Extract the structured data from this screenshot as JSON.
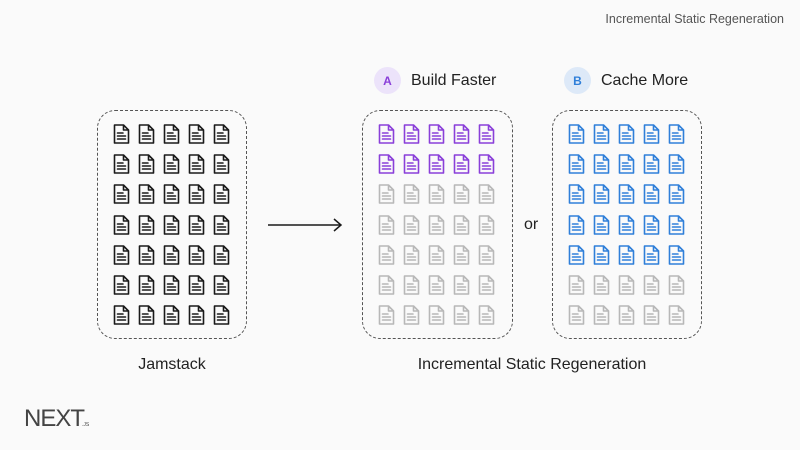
{
  "header": {
    "title": "Incremental Static Regeneration"
  },
  "colors": {
    "black": "#1a1a1a",
    "gray": "#b8b8b8",
    "purple": "#8a3fd9",
    "blue": "#2f7fd9"
  },
  "jamstack": {
    "caption": "Jamstack",
    "rows": 7,
    "cols": 5,
    "colored_rows": 7,
    "color": "black"
  },
  "option_a": {
    "badge": "A",
    "label": "Build Faster",
    "badge_bg": "#ece3fa",
    "badge_fg": "#8a3fd9",
    "rows": 7,
    "cols": 5,
    "colored_rows": 2,
    "color": "purple"
  },
  "option_b": {
    "badge": "B",
    "label": "Cache More",
    "badge_bg": "#dde9f8",
    "badge_fg": "#2f7fd9",
    "rows": 7,
    "cols": 5,
    "colored_rows": 5,
    "color": "blue"
  },
  "connector": {
    "or": "or"
  },
  "isr_caption": "Incremental Static Regeneration",
  "logo": {
    "text": "NEXT",
    "suffix": ".JS",
    "icon": "nextjs-logo"
  }
}
